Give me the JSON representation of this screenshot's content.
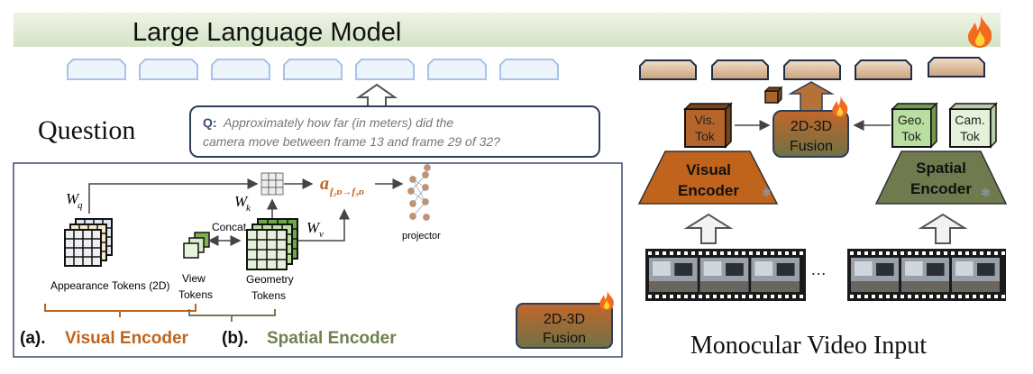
{
  "llm": {
    "title": "Large Language Model",
    "icon": "fire-icon"
  },
  "question": {
    "label": "Question",
    "q_prefix": "Q:",
    "line1": "Approximately how far (in meters) did the",
    "line2": "camera move between frame 13 and frame 29 of 32?"
  },
  "detail": {
    "wq": "W",
    "wq_sub": "q",
    "wk": "W",
    "wk_sub": "k",
    "wv": "W",
    "wv_sub": "v",
    "attn": "a",
    "attn_sub": "f₂ᴅ→f₃ᴅ",
    "concat": "Concat",
    "appearance": "Appearance Tokens (2D)",
    "view1": "View",
    "view2": "Tokens",
    "geo1": "Geometry",
    "geo2": "Tokens",
    "projector": "projector",
    "a_prefix": "(a).",
    "a_label": "Visual Encoder",
    "b_prefix": "(b).",
    "b_label": "Spatial Encoder",
    "fusion1": "2D-3D",
    "fusion2": "Fusion"
  },
  "pipeline": {
    "vis1": "Vis.",
    "vis2": "Tok",
    "geo1": "Geo.",
    "geo2": "Tok",
    "cam1": "Cam.",
    "cam2": "Tok",
    "fusion1": "2D-3D",
    "fusion2": "Fusion",
    "visual_enc1": "Visual",
    "visual_enc2": "Encoder",
    "spatial_enc1": "Spatial",
    "spatial_enc2": "Encoder",
    "ellipsis": "…",
    "video_label": "Monocular Video Input"
  },
  "colors": {
    "visual": "#c0631c",
    "spatial": "#6f8050",
    "llm_bg": "#dfe9d3",
    "token_blue": "#a7c3ea",
    "frame": "#2f3d5c"
  }
}
